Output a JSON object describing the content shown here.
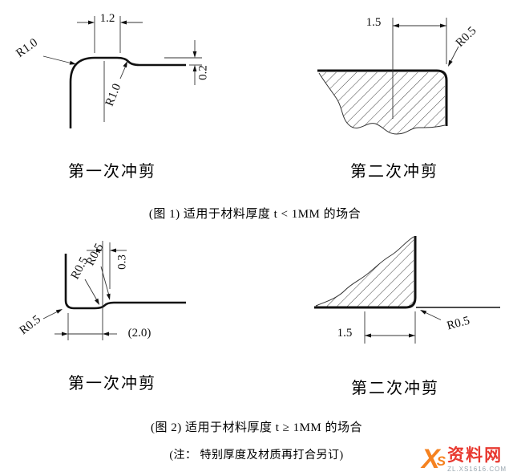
{
  "figure1": {
    "left": {
      "caption": "第一次冲剪",
      "dim_width": "1.2",
      "dim_step": "0.2",
      "radius_outer": "R1.0",
      "radius_inner": "R1.0"
    },
    "right": {
      "caption": "第二次冲剪",
      "dim_width": "1.5",
      "radius_corner": "R0.5"
    },
    "note": "(图 1)  适用于材料厚度 t < 1MM 的场合"
  },
  "figure2": {
    "left": {
      "caption": "第一次冲剪",
      "radius_step_lower": "R0.5",
      "radius_step_upper": "R0.5",
      "dim_step": "0.3",
      "radius_corner": "R0.5",
      "dim_width": "(2.0)"
    },
    "right": {
      "caption": "第二次冲剪",
      "dim_width": "1.5",
      "radius_corner": "R0.5"
    },
    "note": "(图 2)   适用于材料厚度 t ≥ 1MM 的场合",
    "remark": "(注：  特别厚度及材质再打合另订)"
  },
  "watermark": {
    "logo_x": "X",
    "logo_s": "S",
    "site_name": "资料网",
    "site_url": "ZL.XS1616.COM"
  }
}
